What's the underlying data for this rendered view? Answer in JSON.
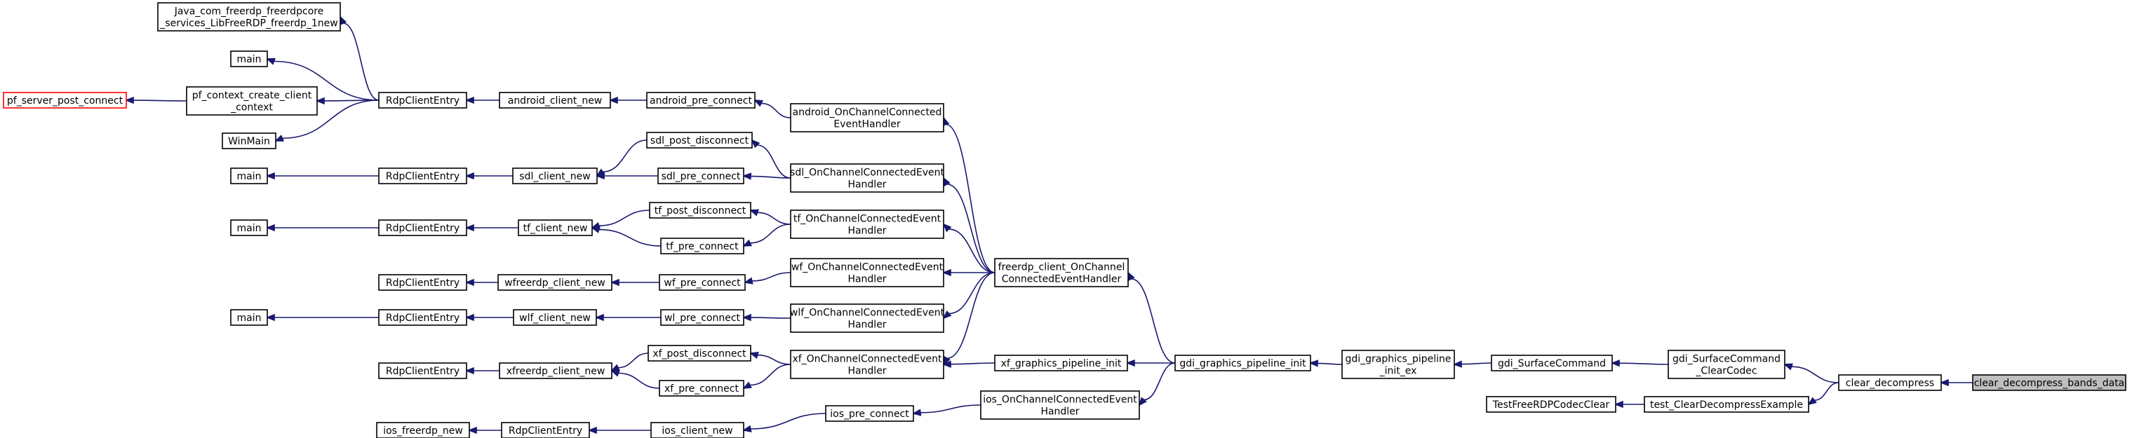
{
  "diagram": {
    "edge_color": "#191970",
    "root_fill": "#bfbfbf",
    "border_red": "#ff0000",
    "nodes": [
      {
        "id": "clear_decompress_bands_data",
        "lines": [
          "clear_decompress_bands_data"
        ],
        "root": true
      },
      {
        "id": "clear_decompress",
        "lines": [
          "clear_decompress"
        ]
      },
      {
        "id": "gdi_SurfaceCommand_ClearCodec",
        "lines": [
          "gdi_SurfaceCommand",
          "_ClearCodec"
        ]
      },
      {
        "id": "test_ClearDecompressExample",
        "lines": [
          "test_ClearDecompressExample"
        ]
      },
      {
        "id": "TestFreeRDPCodecClear",
        "lines": [
          "TestFreeRDPCodecClear"
        ]
      },
      {
        "id": "gdi_SurfaceCommand",
        "lines": [
          "gdi_SurfaceCommand"
        ]
      },
      {
        "id": "gdi_graphics_pipeline_init_ex",
        "lines": [
          "gdi_graphics_pipeline",
          "_init_ex"
        ]
      },
      {
        "id": "gdi_graphics_pipeline_init",
        "lines": [
          "gdi_graphics_pipeline_init"
        ]
      },
      {
        "id": "freerdp_client_OnChannelConnectedEventHandler",
        "lines": [
          "freerdp_client_OnChannel",
          "ConnectedEventHandler"
        ]
      },
      {
        "id": "xf_graphics_pipeline_init",
        "lines": [
          "xf_graphics_pipeline_init"
        ]
      },
      {
        "id": "ios_OnChannelConnectedEventHandler",
        "lines": [
          "ios_OnChannelConnectedEvent",
          "Handler"
        ]
      },
      {
        "id": "android_OnChannelConnectedEventHandler",
        "lines": [
          "android_OnChannelConnected",
          "EventHandler"
        ]
      },
      {
        "id": "sdl_OnChannelConnectedEventHandler",
        "lines": [
          "sdl_OnChannelConnectedEvent",
          "Handler"
        ]
      },
      {
        "id": "tf_OnChannelConnectedEventHandler",
        "lines": [
          "tf_OnChannelConnectedEvent",
          "Handler"
        ]
      },
      {
        "id": "wf_OnChannelConnectedEventHandler",
        "lines": [
          "wf_OnChannelConnectedEvent",
          "Handler"
        ]
      },
      {
        "id": "wlf_OnChannelConnectedEventHandler",
        "lines": [
          "wlf_OnChannelConnectedEvent",
          "Handler"
        ]
      },
      {
        "id": "xf_OnChannelConnectedEventHandler",
        "lines": [
          "xf_OnChannelConnectedEvent",
          "Handler"
        ]
      },
      {
        "id": "android_pre_connect",
        "lines": [
          "android_pre_connect"
        ]
      },
      {
        "id": "sdl_post_disconnect",
        "lines": [
          "sdl_post_disconnect"
        ]
      },
      {
        "id": "sdl_pre_connect",
        "lines": [
          "sdl_pre_connect"
        ]
      },
      {
        "id": "tf_post_disconnect",
        "lines": [
          "tf_post_disconnect"
        ]
      },
      {
        "id": "tf_pre_connect",
        "lines": [
          "tf_pre_connect"
        ]
      },
      {
        "id": "wf_pre_connect",
        "lines": [
          "wf_pre_connect"
        ]
      },
      {
        "id": "wl_pre_connect",
        "lines": [
          "wl_pre_connect"
        ]
      },
      {
        "id": "xf_post_disconnect",
        "lines": [
          "xf_post_disconnect"
        ]
      },
      {
        "id": "xf_pre_connect",
        "lines": [
          "xf_pre_connect"
        ]
      },
      {
        "id": "ios_pre_connect",
        "lines": [
          "ios_pre_connect"
        ]
      },
      {
        "id": "android_client_new",
        "lines": [
          "android_client_new"
        ]
      },
      {
        "id": "sdl_client_new",
        "lines": [
          "sdl_client_new"
        ]
      },
      {
        "id": "tf_client_new",
        "lines": [
          "tf_client_new"
        ]
      },
      {
        "id": "wfreerdp_client_new",
        "lines": [
          "wfreerdp_client_new"
        ]
      },
      {
        "id": "wlf_client_new",
        "lines": [
          "wlf_client_new"
        ]
      },
      {
        "id": "xfreerdp_client_new",
        "lines": [
          "xfreerdp_client_new"
        ]
      },
      {
        "id": "ios_client_new",
        "lines": [
          "ios_client_new"
        ]
      },
      {
        "id": "RdpClientEntry_android",
        "lines": [
          "RdpClientEntry"
        ]
      },
      {
        "id": "RdpClientEntry_sdl",
        "lines": [
          "RdpClientEntry"
        ]
      },
      {
        "id": "RdpClientEntry_tf",
        "lines": [
          "RdpClientEntry"
        ]
      },
      {
        "id": "RdpClientEntry_wf",
        "lines": [
          "RdpClientEntry"
        ]
      },
      {
        "id": "RdpClientEntry_wlf",
        "lines": [
          "RdpClientEntry"
        ]
      },
      {
        "id": "RdpClientEntry_xf",
        "lines": [
          "RdpClientEntry"
        ]
      },
      {
        "id": "RdpClientEntry_ios",
        "lines": [
          "RdpClientEntry"
        ]
      },
      {
        "id": "Java_com_freerdp",
        "lines": [
          "Java_com_freerdp_freerdpcore",
          "_services_LibFreeRDP_freerdp_1new"
        ]
      },
      {
        "id": "main_android",
        "lines": [
          "main"
        ]
      },
      {
        "id": "pf_context_create_client_context",
        "lines": [
          "pf_context_create_client",
          "_context"
        ]
      },
      {
        "id": "WinMain",
        "lines": [
          "WinMain"
        ]
      },
      {
        "id": "pf_server_post_connect",
        "lines": [
          "pf_server_post_connect"
        ],
        "red": true
      },
      {
        "id": "main_sdl",
        "lines": [
          "main"
        ]
      },
      {
        "id": "main_tf",
        "lines": [
          "main"
        ]
      },
      {
        "id": "main_wlf",
        "lines": [
          "main"
        ]
      },
      {
        "id": "ios_freerdp_new",
        "lines": [
          "ios_freerdp_new"
        ]
      }
    ]
  }
}
